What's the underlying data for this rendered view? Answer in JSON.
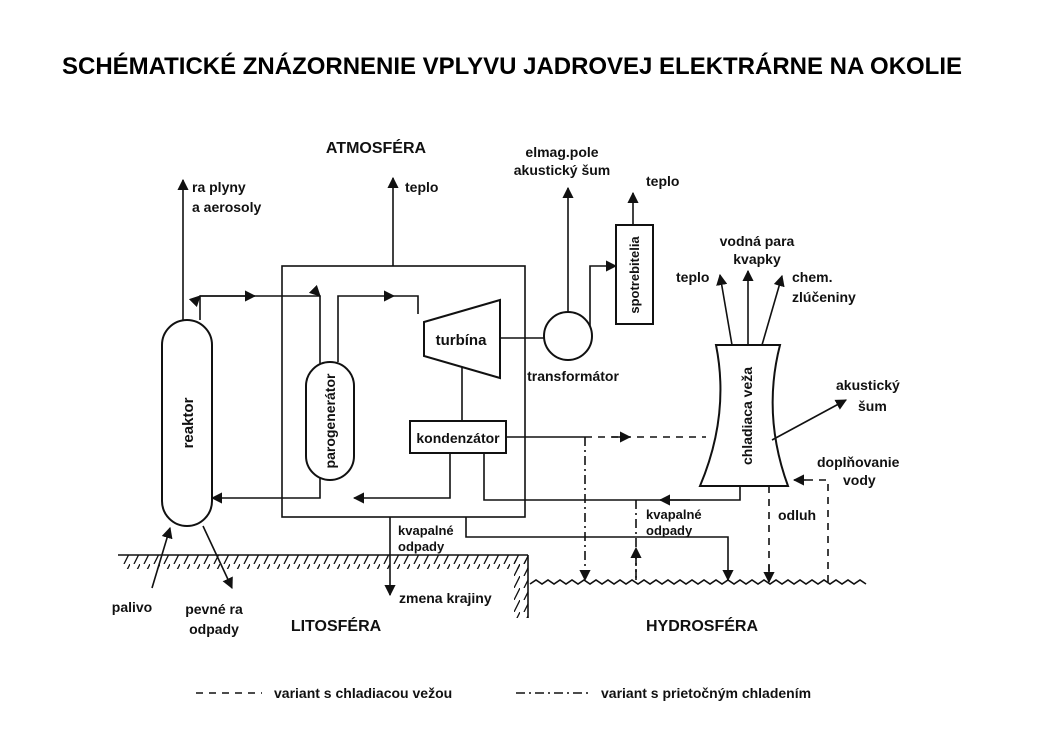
{
  "title": "SCHÉMATICKÉ ZNÁZORNENIE VPLYVU JADROVEJ ELEKTRÁRNE NA OKOLIE",
  "spheres": {
    "atmosphere": "ATMOSFÉRA",
    "lithosphere": "LITOSFÉRA",
    "hydrosphere": "HYDROSFÉRA"
  },
  "components": {
    "reactor": "reaktor",
    "steam_generator": "parogenerátor",
    "turbine": "turbína",
    "condenser": "kondenzátor",
    "transformer": "transformátor",
    "consumers": "spotrebitelia",
    "cooling_tower": "chladiaca veža"
  },
  "labels": {
    "gases_line1": "ra plyny",
    "gases_line2": "a aerosoly",
    "heat_main": "teplo",
    "elmag_line1": "elmag.pole",
    "elmag_line2": "akustický šum",
    "heat_consumers": "teplo",
    "vapor_line1": "vodná para",
    "vapor_line2": "kvapky",
    "heat_tower": "teplo",
    "chem_line1": "chem.",
    "chem_line2": "zlúčeniny",
    "noise_line1": "akustický",
    "noise_line2": "šum",
    "makeup_line1": "doplňovanie",
    "makeup_line2": "vody",
    "blowdown": "odluh",
    "liquid_waste_line1": "kvapalné",
    "liquid_waste_line2": "odpady",
    "liquid_waste_hydro_line1": "kvapalné",
    "liquid_waste_hydro_line2": "odpady",
    "fuel": "palivo",
    "solid_waste_line1": "pevné ra",
    "solid_waste_line2": "odpady",
    "landscape_change": "zmena krajiny"
  },
  "legend": {
    "dashed": "variant s chladiacou vežou",
    "dashdot": "variant s prietočným chladením"
  }
}
